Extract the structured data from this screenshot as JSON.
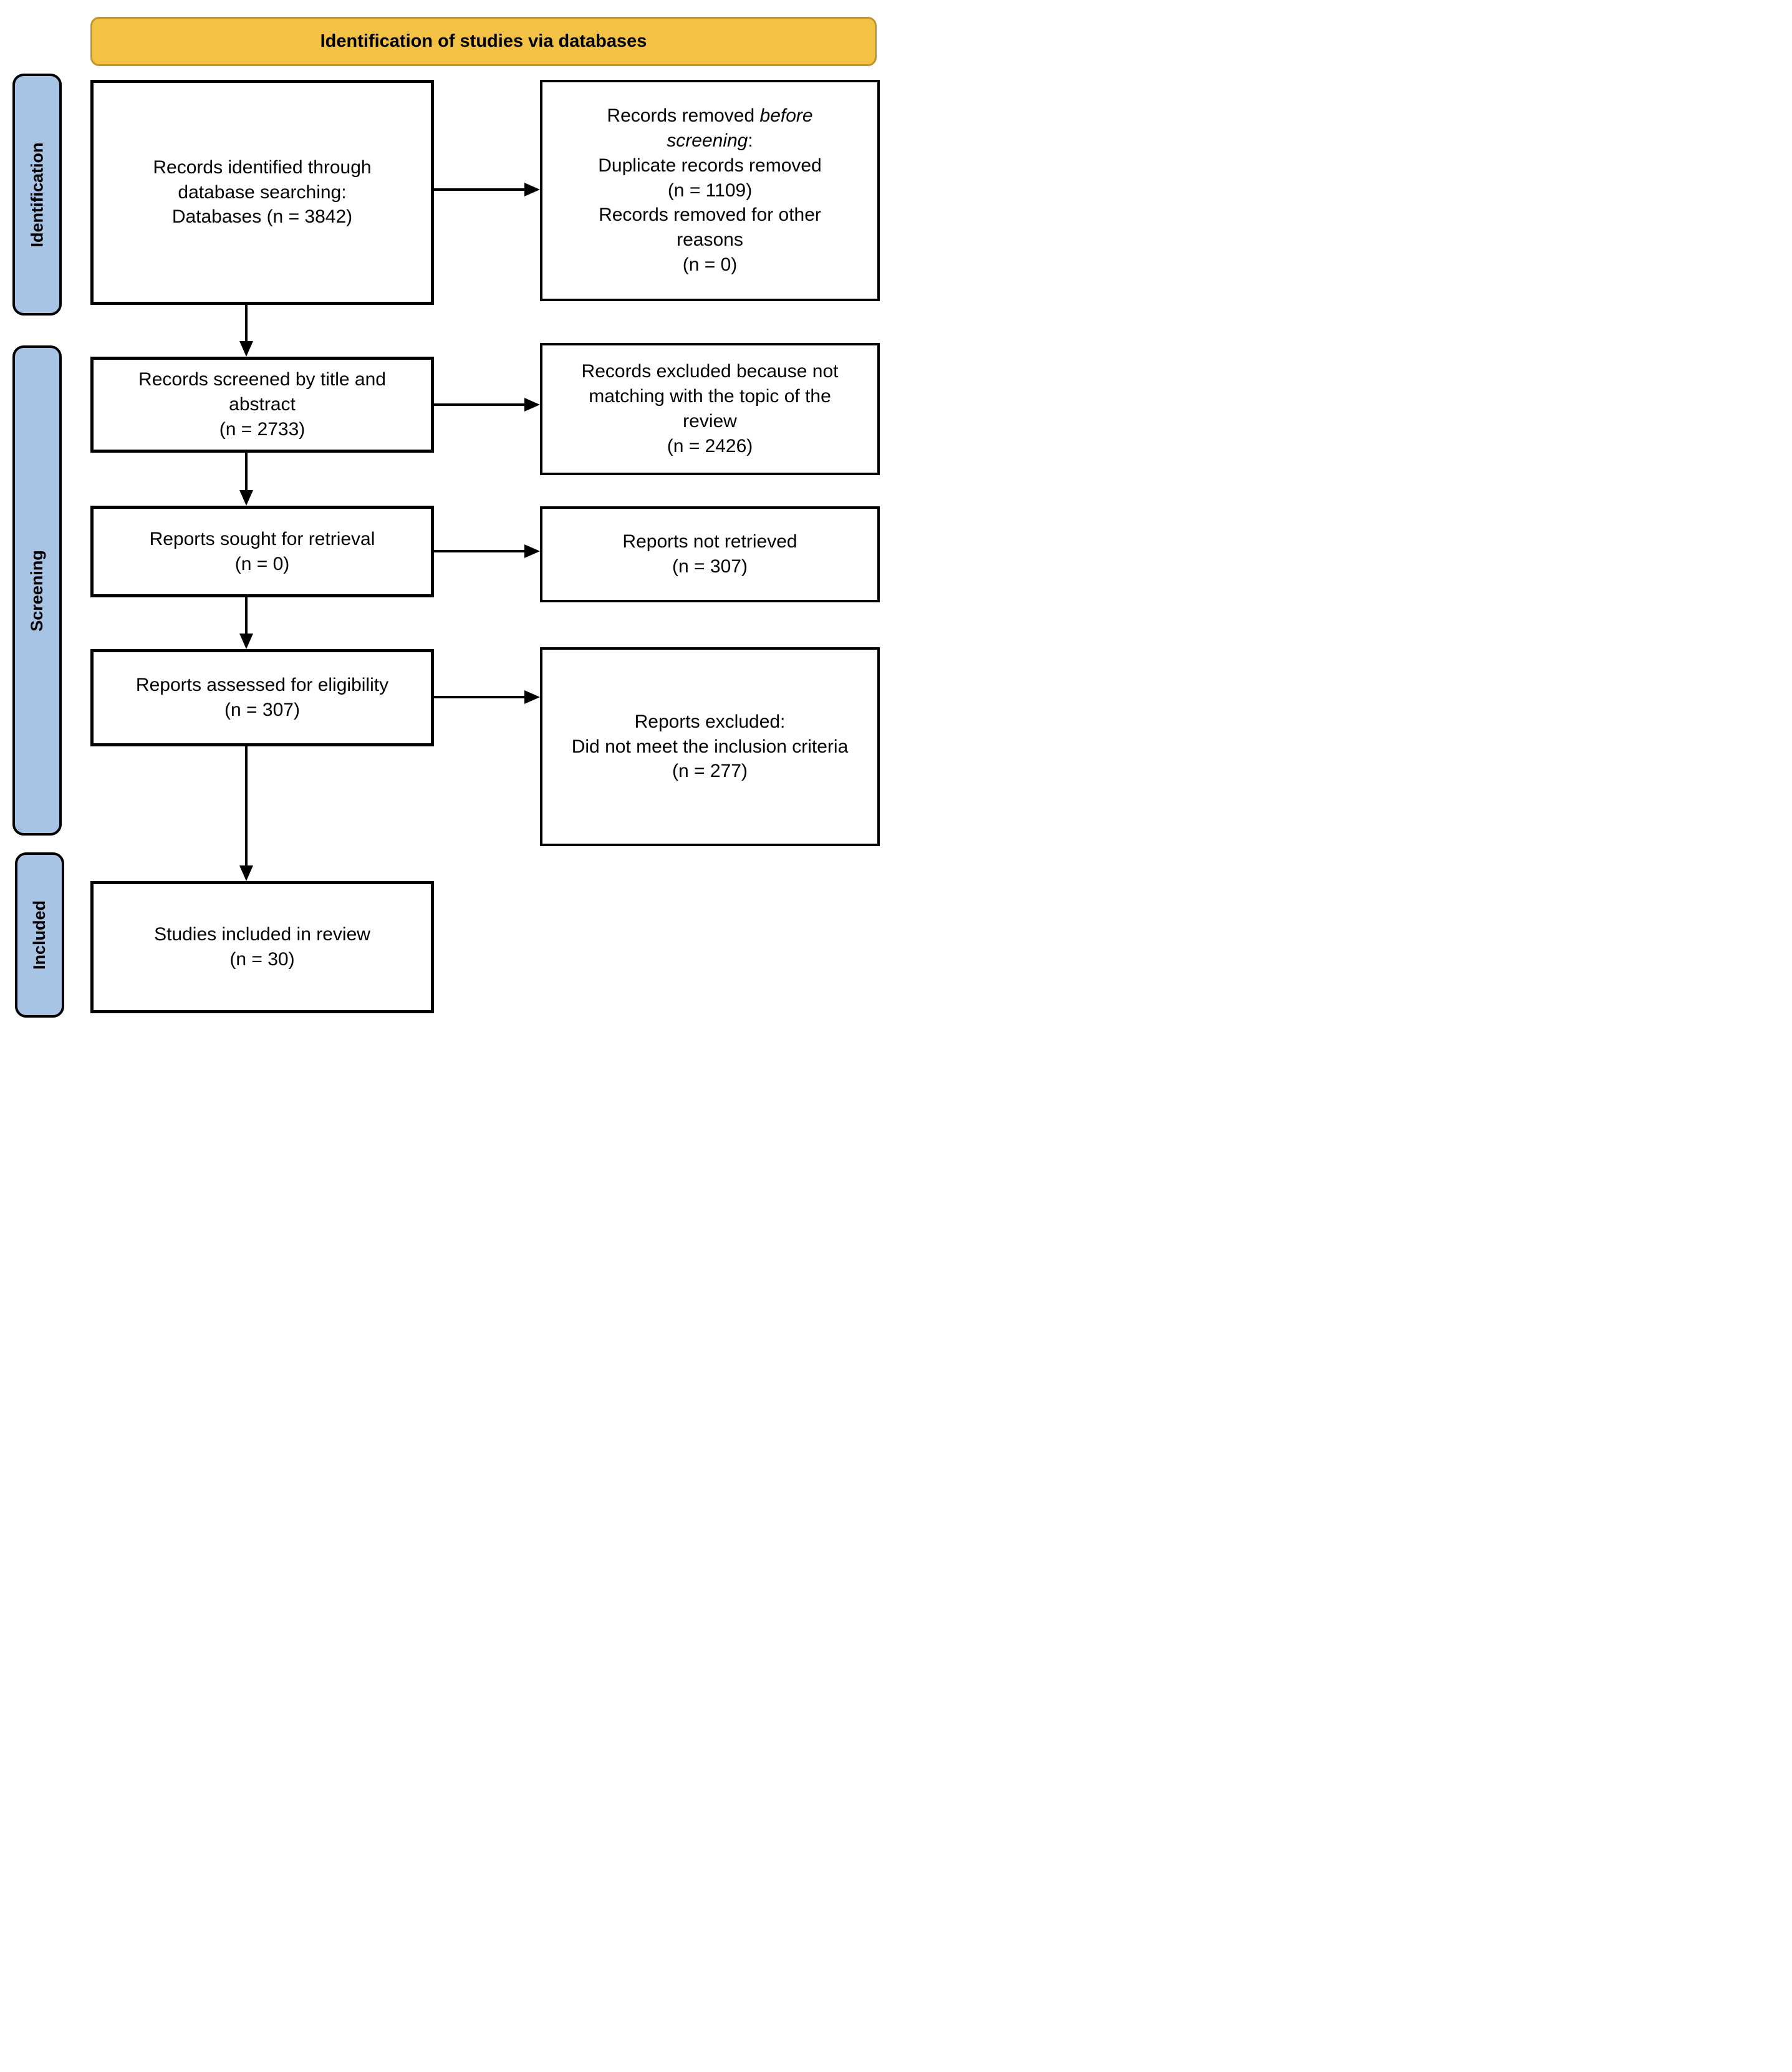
{
  "diagram": {
    "banner": {
      "title": "Identification of studies via databases"
    },
    "sidebar": [
      {
        "label": "Identification"
      },
      {
        "label": "Screening"
      },
      {
        "label": "Included"
      }
    ],
    "main_flow": [
      {
        "id": "records-identified",
        "lines": [
          "Records identified through",
          "database searching:",
          "Databases (n = 3842)"
        ]
      },
      {
        "id": "records-screened",
        "lines": [
          "Records screened by title and",
          "abstract",
          "(n = 2733)"
        ]
      },
      {
        "id": "reports-sought",
        "lines": [
          "Reports sought for retrieval",
          "(n = 0)"
        ]
      },
      {
        "id": "reports-assessed",
        "lines": [
          "Reports assessed for eligibility",
          "(n = 307)"
        ]
      },
      {
        "id": "studies-included",
        "lines": [
          "Studies included in review",
          "(n = 30)"
        ]
      }
    ],
    "exclusion_flow": [
      {
        "id": "records-removed",
        "rich_line_1": {
          "prefix": "Records removed ",
          "italic": "before"
        },
        "rich_line_2": {
          "italic": "screening",
          "suffix": ":"
        },
        "lines": [
          "Duplicate records removed",
          "(n = 1109)",
          "Records removed for other",
          "reasons",
          "(n = 0)"
        ]
      },
      {
        "id": "records-excluded",
        "lines": [
          "Records excluded because not",
          "matching with the topic of the",
          "review",
          "(n = 2426)"
        ]
      },
      {
        "id": "reports-not-retrieved",
        "lines": [
          "Reports not retrieved",
          "(n = 307)"
        ]
      },
      {
        "id": "reports-excluded",
        "lines": [
          "Reports excluded:",
          "Did not meet the inclusion criteria",
          "(n = 277)"
        ]
      }
    ],
    "colors": {
      "banner_fill": "#F3C245",
      "banner_border": "#C0952F",
      "sidebar_fill": "#A7C4E4",
      "line_color": "#000000"
    }
  }
}
